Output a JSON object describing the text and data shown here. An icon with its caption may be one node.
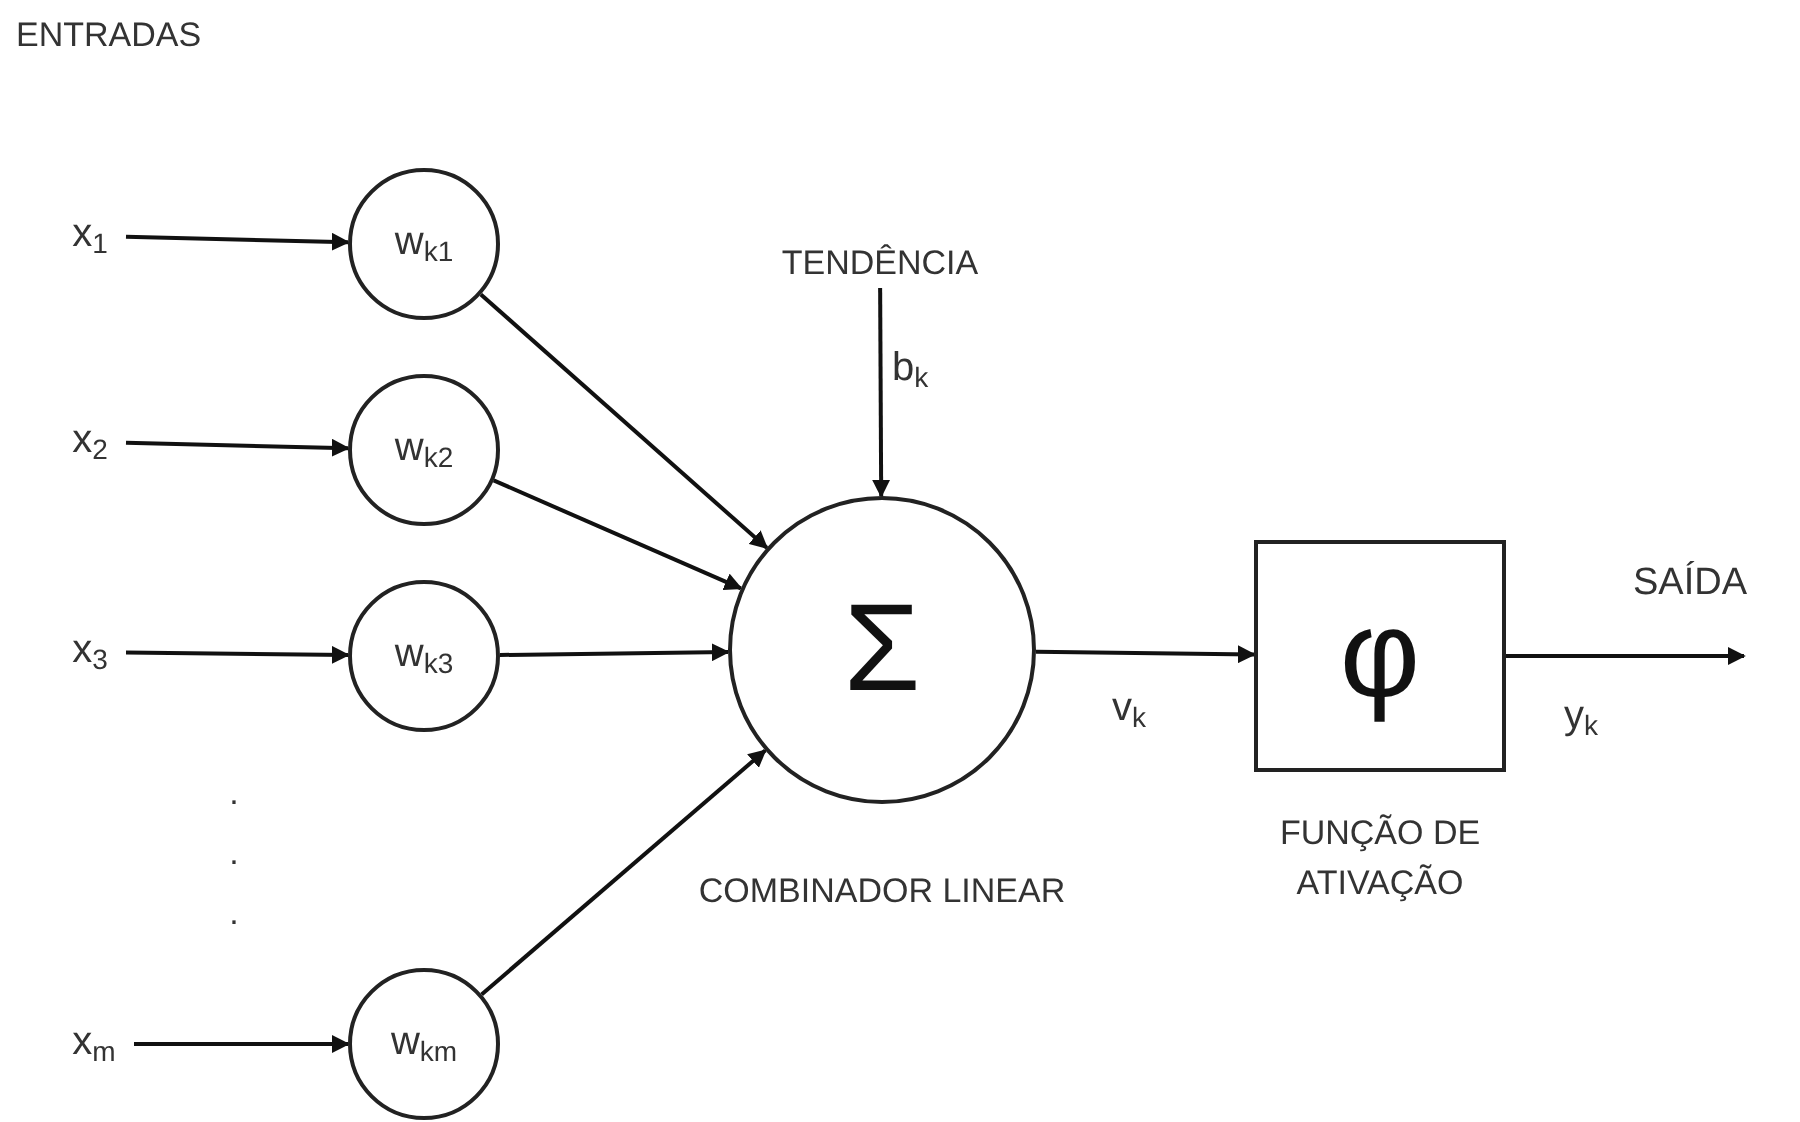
{
  "diagram": {
    "nodes": [
      {
        "text": [
          "x$_{1}$"
        ]
      },
      {
        "text": [
          "x$_{2}$"
        ]
      },
      {
        "text": [
          "x$_{3}$"
        ]
      },
      {
        "text": [
          "x$_{m}$"
        ]
      },
      {
        "text": [
          "w$_{k1}$"
        ]
      },
      {
        "text": [
          "w$_{k2}$"
        ]
      },
      {
        "text": [
          "w$_{k3}$"
        ]
      },
      {
        "text": [
          "w$_{km}$"
        ]
      },
      {
        "text": [
          "TENDÊNCIA"
        ]
      },
      {
        "text": [
          "Σ"
        ],
        "beside": [
          "COMBINADOR LINEAR"
        ]
      },
      {
        "text": [
          "φ"
        ],
        "beside": [
          "FUNÇÃO DE ATIVAÇÃO"
        ]
      }
    ],
    "edges": [
      {
        "from": 0,
        "to": 4,
        "arrow": "to"
      },
      {
        "from": 1,
        "to": 5,
        "arrow": "to"
      },
      {
        "from": 2,
        "to": 6,
        "arrow": "to"
      },
      {
        "from": 3,
        "to": 7,
        "arrow": "to"
      },
      {
        "from": 4,
        "to": 9,
        "arrow": "to"
      },
      {
        "from": 5,
        "to": 9,
        "arrow": "to"
      },
      {
        "from": 6,
        "to": 9,
        "arrow": "to"
      },
      {
        "from": 7,
        "to": 9,
        "arrow": "to"
      },
      {
        "from": 8,
        "to": 9,
        "arrow": "to",
        "label": "b$_{k}$"
      },
      {
        "from": 9,
        "to": 10,
        "arrow": "to",
        "label": "v$_{k}$"
      },
      {
        "from": 10,
        "to": null,
        "arrow": "to",
        "label": "y$_{k}$"
      }
    ],
    "labels": [
      "ENTRADAS",
      ".",
      ".",
      ".",
      "SAÍDA"
    ]
  }
}
